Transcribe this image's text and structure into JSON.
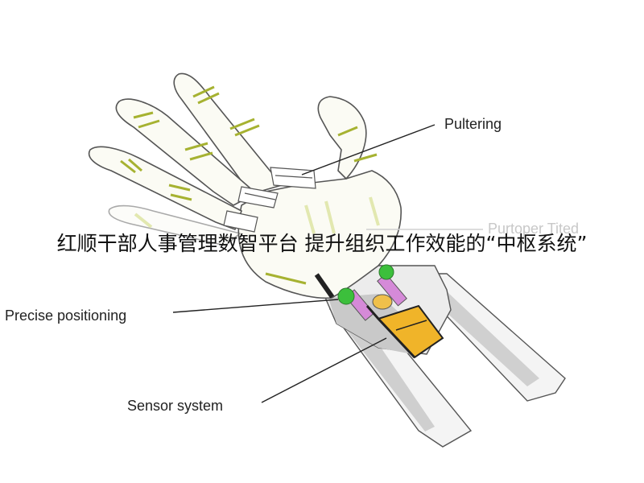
{
  "overlay_title": "红顺干部人事管理数智平台 提升组织工作效能的“中枢系统”",
  "labels": {
    "top": "Pultering",
    "faded": "Purtoper Tited",
    "left": "Precise positioning",
    "bottom": "Sensor system"
  },
  "colors": {
    "outline": "#555555",
    "hand_fill": "#fbfbf4",
    "finger_band": "#a6b231",
    "finger_band_light": "#e2e8b0",
    "sensor_block": "#f0b429",
    "green_node": "#3cbf3c",
    "magenta_link": "#d58ad8",
    "splint_fill": "#f4f4f4",
    "splint_shadow": "#c9c9c9"
  }
}
